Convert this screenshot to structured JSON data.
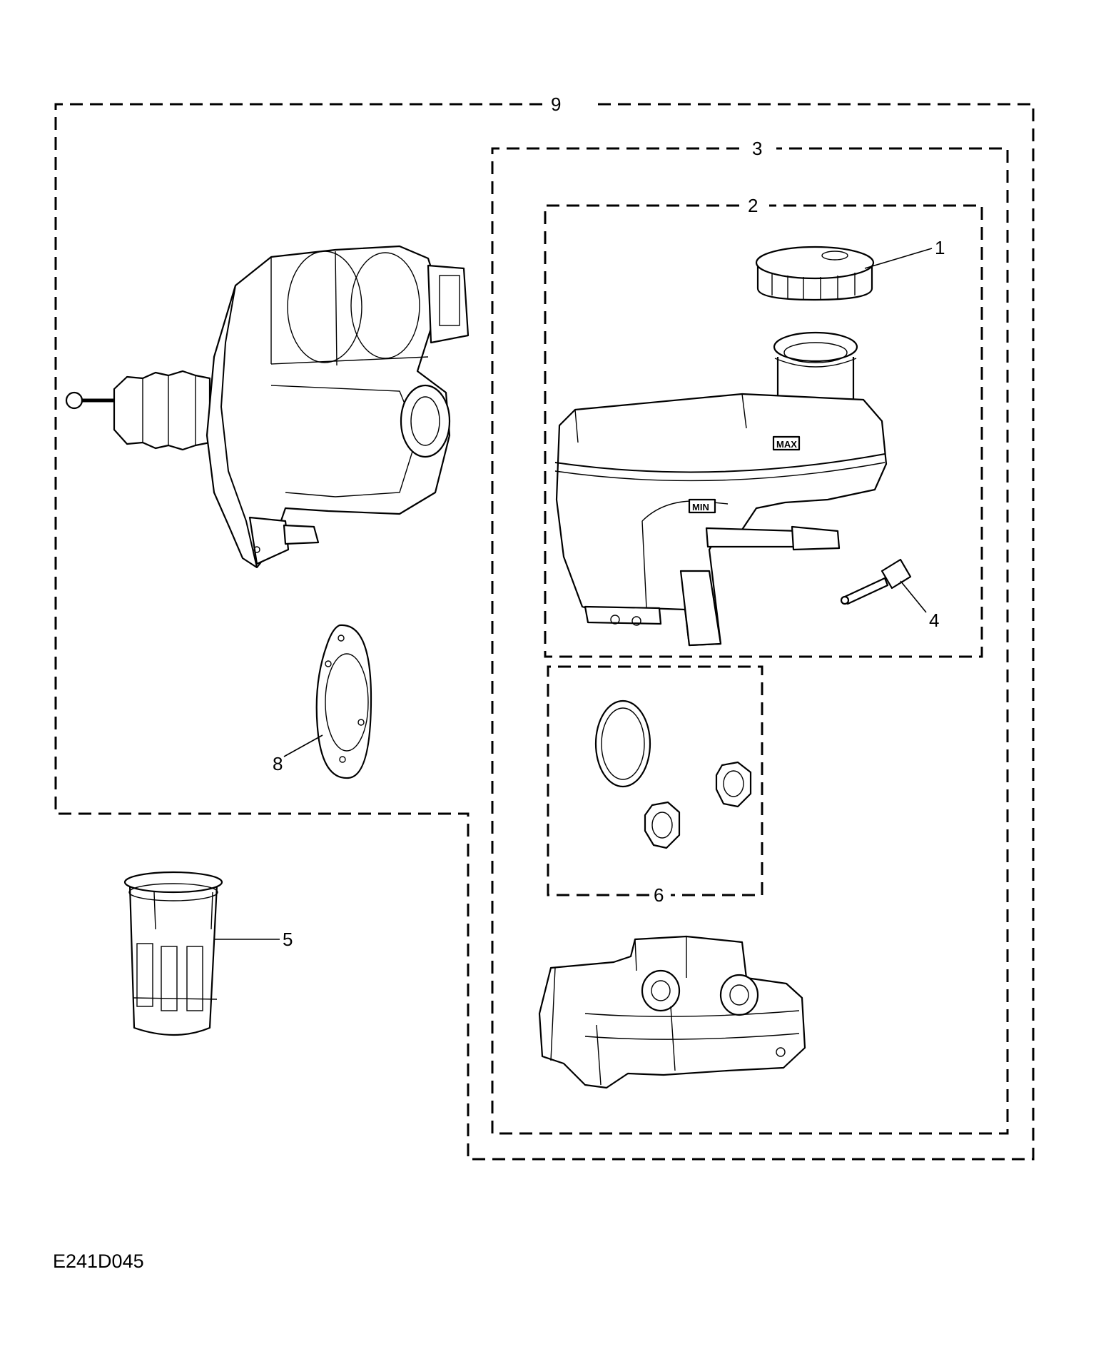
{
  "figure_id": "E241D045",
  "callouts": {
    "c1": "1",
    "c2": "2",
    "c3": "3",
    "c4": "4",
    "c5": "5",
    "c6": "6",
    "c8": "8",
    "c9": "9"
  },
  "reservoir_markings": {
    "max": "MAX",
    "min": "MIN"
  }
}
